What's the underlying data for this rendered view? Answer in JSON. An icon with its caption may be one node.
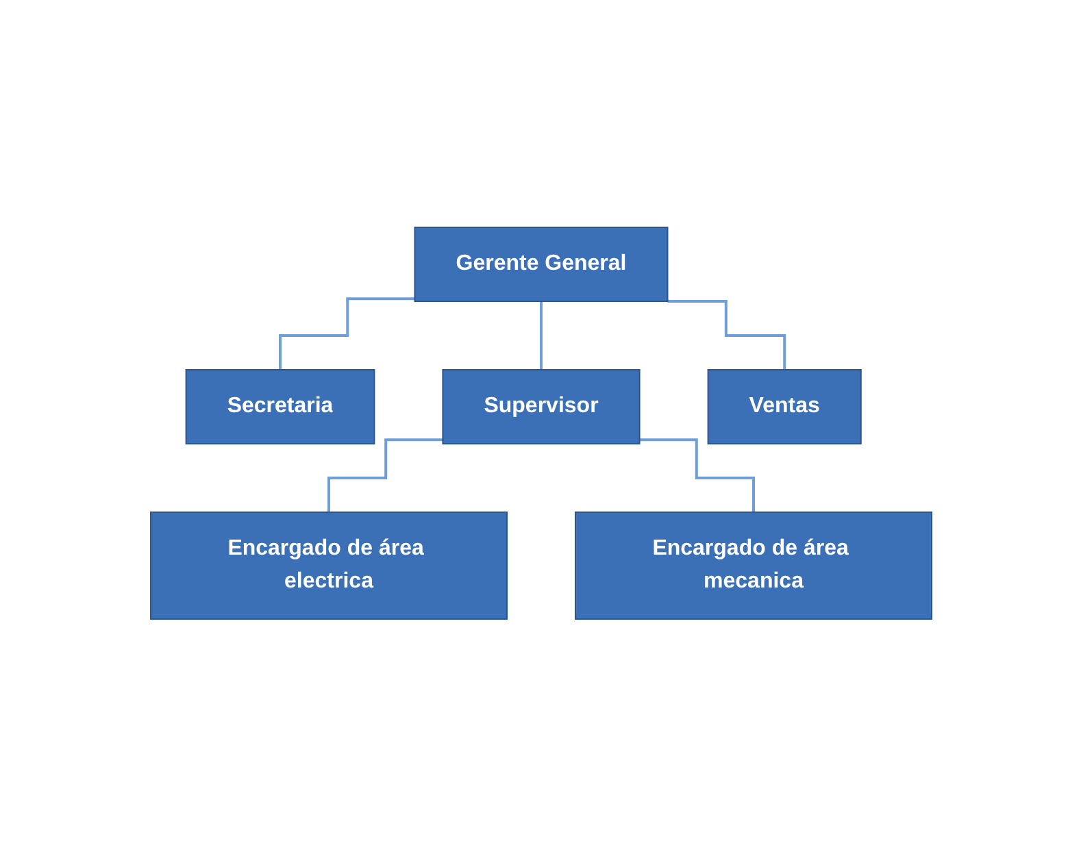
{
  "diagram": {
    "nodes": [
      {
        "text": [
          "Gerente General"
        ]
      },
      {
        "text": [
          "Secretaria"
        ]
      },
      {
        "text": [
          "Supervisor"
        ]
      },
      {
        "text": [
          "Ventas"
        ]
      },
      {
        "text": [
          "Encargado de área electrica"
        ]
      },
      {
        "text": [
          "Encargado de área mecanica"
        ]
      }
    ],
    "edges": [
      {
        "from": 0,
        "to": 1,
        "arrow": "none"
      },
      {
        "from": 0,
        "to": 2,
        "arrow": "none"
      },
      {
        "from": 0,
        "to": 3,
        "arrow": "none"
      },
      {
        "from": 2,
        "to": 4,
        "arrow": "none"
      },
      {
        "from": 2,
        "to": 5,
        "arrow": "none"
      }
    ]
  }
}
